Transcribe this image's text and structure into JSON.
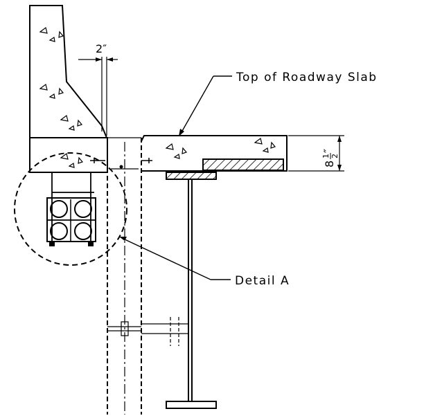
{
  "labels": {
    "top_of_roadway_slab": "Top of Roadway Slab",
    "detail_a": "Detail A"
  },
  "dimensions": {
    "offset": "2″",
    "slab_thickness_whole": "8",
    "slab_thickness_num": "1",
    "slab_thickness_den": "2",
    "slab_thickness_inch": "″"
  }
}
